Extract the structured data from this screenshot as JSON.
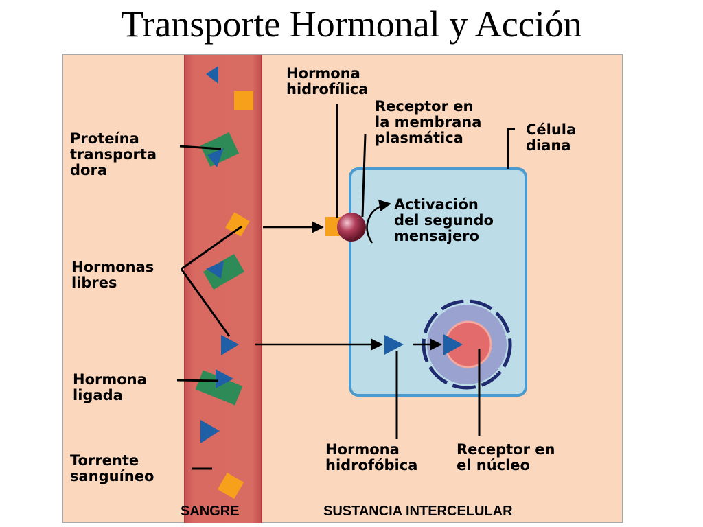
{
  "title": "Transporte Hormonal y Acción",
  "labels": {
    "proteina": "Proteína\ntransporta\ndora",
    "hormonas_libres": "Hormonas\nlibres",
    "hormona_ligada": "Hormona\nligada",
    "torrente": "Torrente\nsanguíneo",
    "hidrofilica": "Hormona\nhidrofílica",
    "receptor_membrana": "Receptor en\nla membrana\nplasmática",
    "celula_diana": "Célula\ndiana",
    "activacion": "Activación\ndel segundo\nmensajero",
    "hidrofobica": "Hormona\nhidrofóbica",
    "receptor_nucleo": "Receptor en\nel núcleo"
  },
  "footer": {
    "sangre": "SANGRE",
    "sustancia": "SUSTANCIA INTERCELULAR"
  },
  "colors": {
    "background_panel": "#fbd7bd",
    "vessel": "#d86b62",
    "cell_fill": "#bcdde8",
    "cell_border": "#4a9bd0",
    "hormone_hydrophilic": "#f7a01c",
    "hormone_hydrophobic": "#1f5fa6",
    "transport_protein": "#2e8b57",
    "nucleus": "#9aa3cf",
    "nucleus_inner": "#e46b6b",
    "receptor_membrane": "#a83048"
  }
}
